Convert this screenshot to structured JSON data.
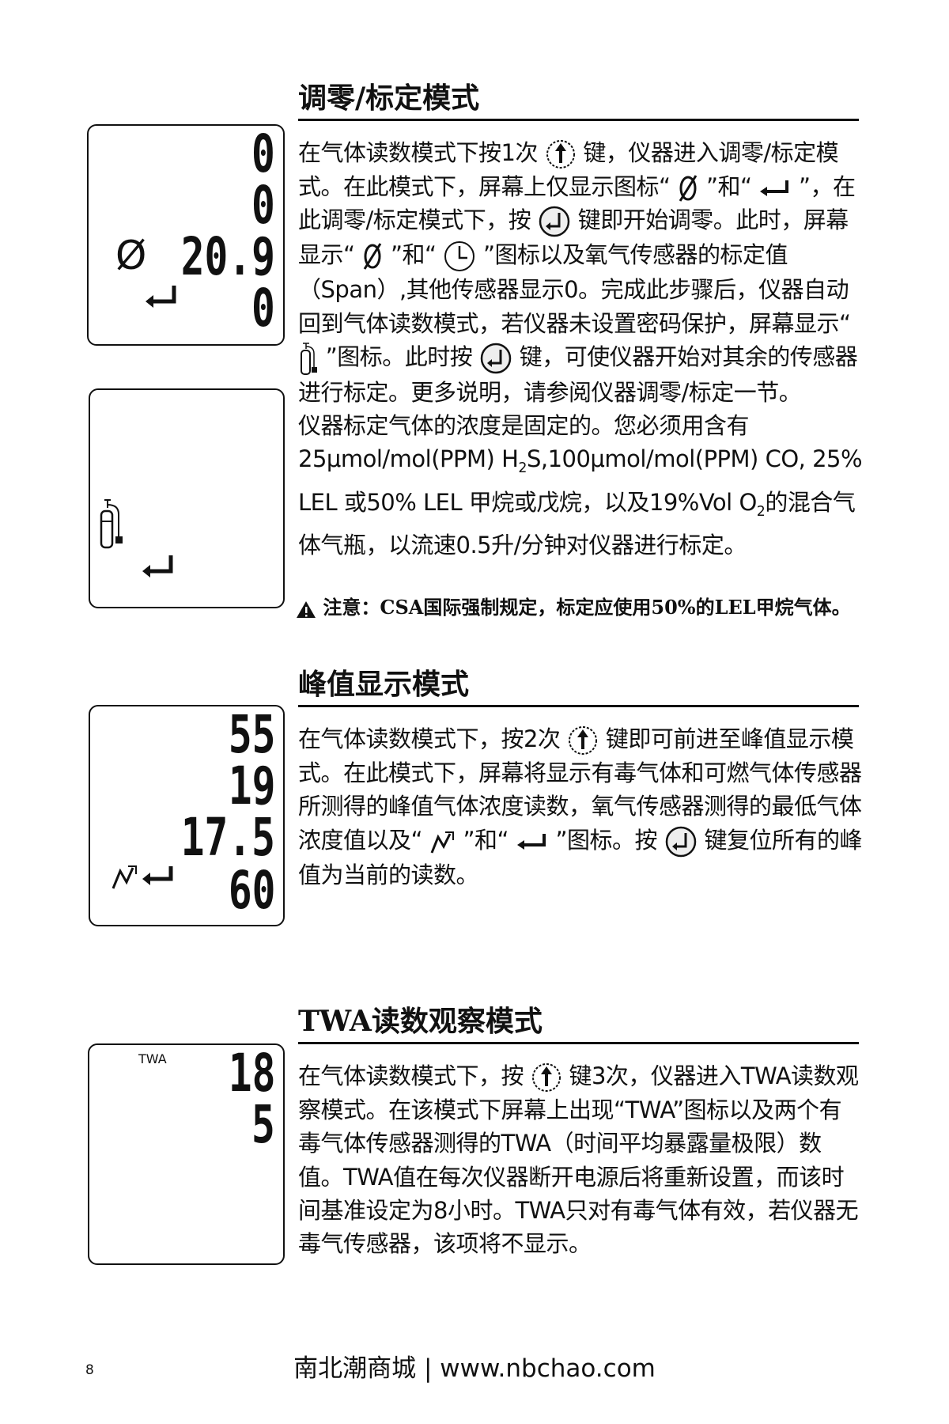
{
  "section1": {
    "title": "调零/标定模式",
    "p1": [
      "在气体读数模式下按1次",
      "键，仪器进入调零/标定模式。在此模式下，屏幕上仅显示图标“",
      "”和“",
      "”，在此调零/标定模式下，按",
      "键即开始调零。此时，屏幕显示“",
      "”和“",
      "”图标以及氧气传感器的标定值（Span）,其他传感器显示0。完成此步骤后，仪器自动回到气体读数模式，若仪器未设置密码保护，屏幕显示“",
      "”图标。此时按",
      "键，可使仪器开始对其余的传感器进行标定。更多说明，请参阅仪器调零/标定一节。"
    ],
    "p2": [
      "仪器标定气体的浓度是固定的。您必须用含有25μmol/mol(PPM) H",
      "2",
      "S,100μmol/mol(PPM) CO, 25% LEL 或50% LEL 甲烷或戊烷，以及19%Vol O",
      "2",
      "的混合气体气瓶，以流速0.5升/分钟对仪器进行标定。"
    ],
    "warning": "注意：CSA国际强制规定，标定应使用50%的LEL甲烷气体。",
    "lcd1": {
      "d1": "0",
      "d2": "0",
      "d3": "20.9",
      "d4": "0",
      "zero_symbol": "Ø"
    }
  },
  "section2": {
    "title": "峰值显示模式",
    "p1": [
      "在气体读数模式下，按2次",
      "键即可前进至峰值显示模式。在此模式下，屏幕将显示有毒气体和可燃气体传感器所测得的峰值气体浓度读数，氧气传感器测得的最低气体浓度值以及“",
      "”和“",
      "”图标。按",
      "键复位所有的峰值为当前的读数。"
    ],
    "lcd": {
      "d1": "55",
      "d2": "19",
      "d3": "17.5",
      "d4": "60"
    }
  },
  "section3": {
    "title": "TWA读数观察模式",
    "p1": [
      "在气体读数模式下，按",
      "键3次，仪器进入TWA读数观察模式。在该模式下屏幕上出现“TWA”图标以及两个有毒气体传感器测得的TWA（时间平均暴露量极限）数值。TWA值在每次仪器断开电源后将重新设置，而该时间基准设定为8小时。TWA只对有毒气体有效，若仪器无毒气传感器，该项将不显示。"
    ],
    "lcd": {
      "label": "TWA",
      "d1": "18",
      "d2": "5"
    }
  },
  "footer": {
    "text": "南北潮商城 | www.nbchao.com",
    "page": "8"
  }
}
